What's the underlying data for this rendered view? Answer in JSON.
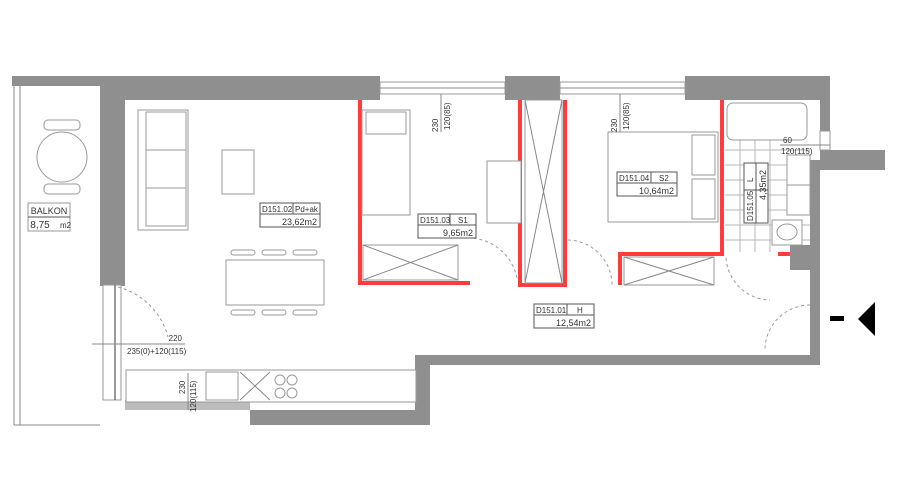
{
  "rooms": {
    "balcony": {
      "name": "BALKON",
      "area": "8,75",
      "unit": "m2"
    },
    "living": {
      "code": "D151.02",
      "type": "Pd+ak",
      "area": "23,62m2"
    },
    "bedroom1": {
      "code": "D151.03",
      "type": "S1",
      "area": "9,65m2"
    },
    "bedroom2": {
      "code": "D151.04",
      "type": "S2",
      "area": "10,64m2"
    },
    "bathroom": {
      "code": "D151.05",
      "type": "L",
      "area": "4,35m2"
    },
    "hall": {
      "code": "D151.01",
      "type": "H",
      "area": "12,54m2"
    }
  },
  "dimensions": {
    "balcony_door_top": "220",
    "balcony_door_bottom": "235(0)+120(115)",
    "kitchen_window_a": "230",
    "kitchen_window_b": "120(115)",
    "s1_window_a": "230",
    "s1_window_b": "120(85)",
    "s2_window_a": "230",
    "s2_window_b": "120(85)",
    "bath_window_a": "60",
    "bath_window_b": "120(115)"
  },
  "colors": {
    "wall": "#8f8f8f",
    "partition": "#ff3b3b"
  }
}
